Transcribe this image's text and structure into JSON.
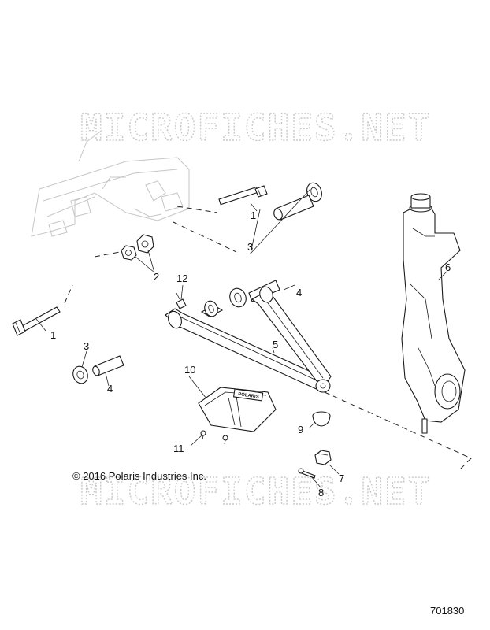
{
  "callouts": {
    "c1a": "1",
    "c1b": "1",
    "c2": "2",
    "c3a": "3",
    "c3b": "3",
    "c4a": "4",
    "c4b": "4",
    "c5": "5",
    "c6": "6",
    "c7": "7",
    "c8": "8",
    "c9": "9",
    "c10": "10",
    "c11": "11",
    "c12": "12"
  },
  "copyright": "© 2016 Polaris Industries Inc.",
  "figure_number": "701830",
  "watermark_top": "MICROFICHES.NET",
  "watermark_bottom": "MICROFICHES.NET",
  "guard_brand": "POLARIS"
}
